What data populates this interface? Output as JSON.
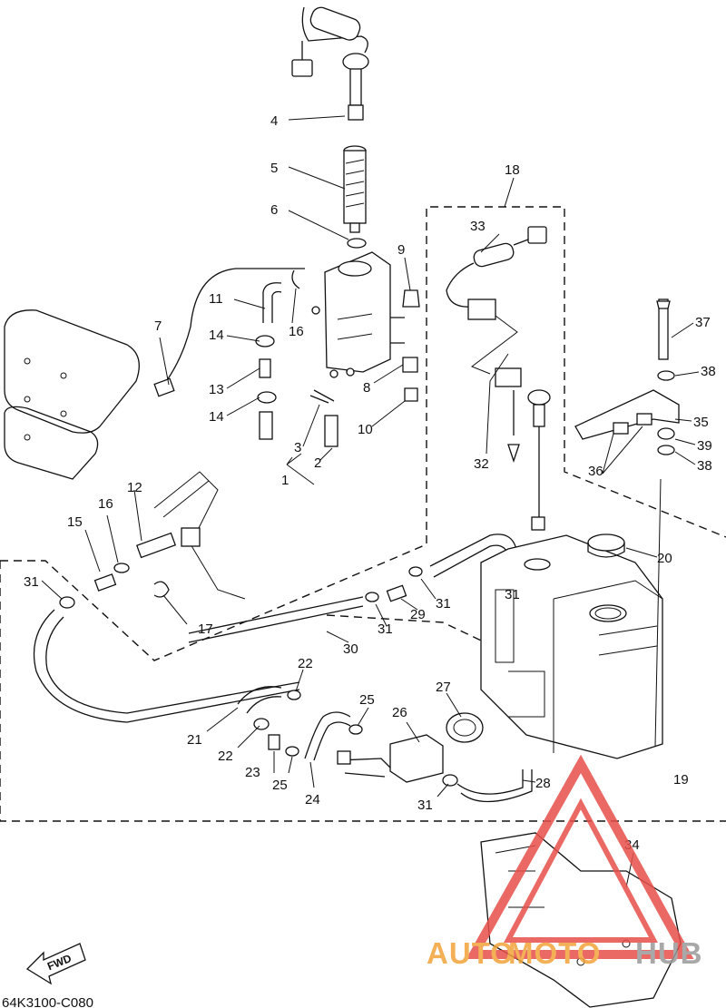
{
  "diagram": {
    "callouts": [
      "1",
      "2",
      "3",
      "4",
      "5",
      "6",
      "7",
      "8",
      "9",
      "10",
      "11",
      "12",
      "13",
      "14",
      "14",
      "15",
      "16",
      "16",
      "17",
      "18",
      "19",
      "20",
      "21",
      "22",
      "22",
      "23",
      "24",
      "25",
      "25",
      "26",
      "27",
      "28",
      "29",
      "30",
      "31",
      "31",
      "31",
      "31",
      "31",
      "32",
      "33",
      "34",
      "35",
      "36",
      "37",
      "38",
      "38",
      "39"
    ],
    "fwd_label": "FWD",
    "drawing_code": "64K3100-C080"
  },
  "watermark": {
    "auto": "AUTO",
    "moto": "MOTO",
    "hub": "HUB",
    "colors": {
      "red": "#e8504a",
      "orange": "#f2a33a",
      "gray": "#9a9a9a"
    }
  }
}
